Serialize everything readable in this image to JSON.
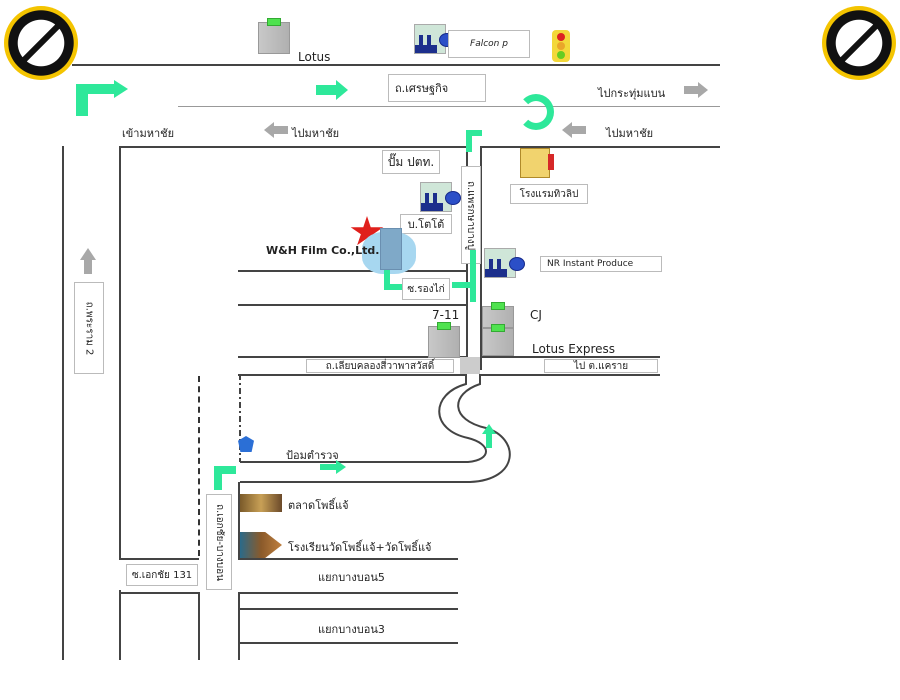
{
  "map": {
    "landmarks": {
      "lotus": "Lotus",
      "falcon_factory": "Falcon p",
      "road_setthakit": "ถ.เศรษฐกิจ",
      "to_krathum_baen": "ไปกระทุ่มแบน",
      "to_mahachai_left": "ไปมหาชัย",
      "to_mahachai_right": "ไปมหาชัย",
      "enter_mahachai": "เข้ามหาชัย",
      "ptt_station": "ปั๊ม ปตท.",
      "hotel": "โรงแรมทิวลิป",
      "b_toto": "บ.โตโต้",
      "company": "W&H Film Co.,Ltd.",
      "nr_instant": "NR Instant Produce",
      "soi_rongkai": "ซ.รองไก่",
      "seven_eleven": "7-11",
      "cj": "CJ",
      "lotus_express": "Lotus Express",
      "road_liap_khlong": "ถ.เลียบคลองสี่วาพาสวัสดิ์",
      "to_tha_rai": "ไป ต.แคราย",
      "police_box": "ป้อมตำรวจ",
      "pho_chae_market": "ตลาดโพธิ์แจ้",
      "school_temple": "โรงเรียนวัดโพธิ์แจ้+วัดโพธิ์แจ้",
      "bang_bon_5": "แยกบางบอน5",
      "bang_bon_3": "แยกบางบอน3",
      "soi_ekachai_131": "ซ.เอกชัย 131"
    },
    "vertical_labels": {
      "rama2": "ถ.พระราม 2",
      "phraeksa_road": "ถ.แพรกษาบางปู",
      "ekachai_bangbon": "ถ.เอกชัย-บางบอน"
    },
    "colors": {
      "route_arrow": "#2ee89a",
      "direction_arrow": "#a8a8a8",
      "road_line": "#444444",
      "target_star": "#e0201c"
    }
  }
}
